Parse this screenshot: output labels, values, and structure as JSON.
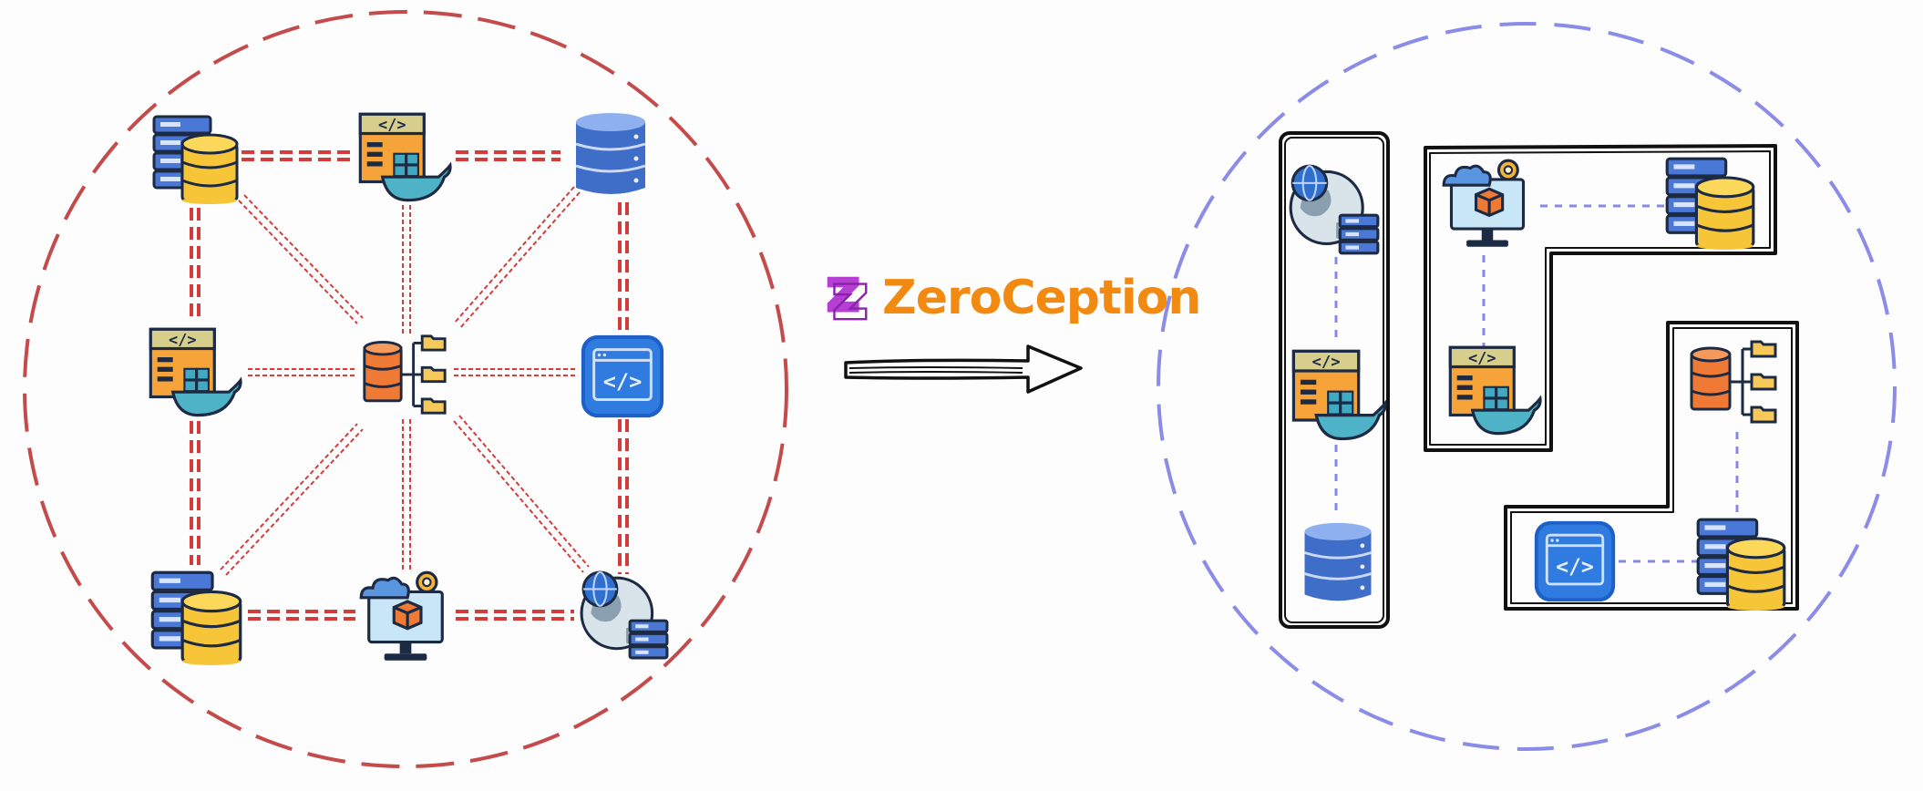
{
  "brand": {
    "name": "ZeroCeption",
    "name_color": "#f28a12",
    "logo_color": "#b53fd4",
    "logo_icon": "zeroception-logo-icon"
  },
  "colors": {
    "before_circle": "#c44b4b",
    "before_links": "#d43c3c",
    "after_circle": "#8b8be8",
    "after_links": "#8888e8",
    "segment_outline": "#111111",
    "arrow": "#111111"
  },
  "before_network": {
    "nodes": [
      {
        "id": "n1",
        "icon": "server-database-icon"
      },
      {
        "id": "n2",
        "icon": "docker-code-window-icon"
      },
      {
        "id": "n3",
        "icon": "database-cylinder-icon"
      },
      {
        "id": "n4",
        "icon": "docker-code-window-icon"
      },
      {
        "id": "n5",
        "icon": "database-folders-icon"
      },
      {
        "id": "n6",
        "icon": "code-app-icon"
      },
      {
        "id": "n7",
        "icon": "server-database-icon"
      },
      {
        "id": "n8",
        "icon": "cloud-computer-icon"
      },
      {
        "id": "n9",
        "icon": "globe-server-icon"
      }
    ]
  },
  "after_network": {
    "segments": [
      {
        "id": "segment-vertical",
        "nodes": [
          "globe-server-icon",
          "docker-code-window-icon",
          "database-cylinder-icon"
        ]
      },
      {
        "id": "segment-l-shape",
        "nodes": [
          "cloud-computer-icon",
          "server-database-icon",
          "docker-code-window-icon"
        ]
      },
      {
        "id": "segment-step-shape",
        "nodes": [
          "database-folders-icon",
          "server-database-icon",
          "code-app-icon"
        ]
      }
    ]
  },
  "arrow": {
    "icon": "right-arrow-icon"
  }
}
